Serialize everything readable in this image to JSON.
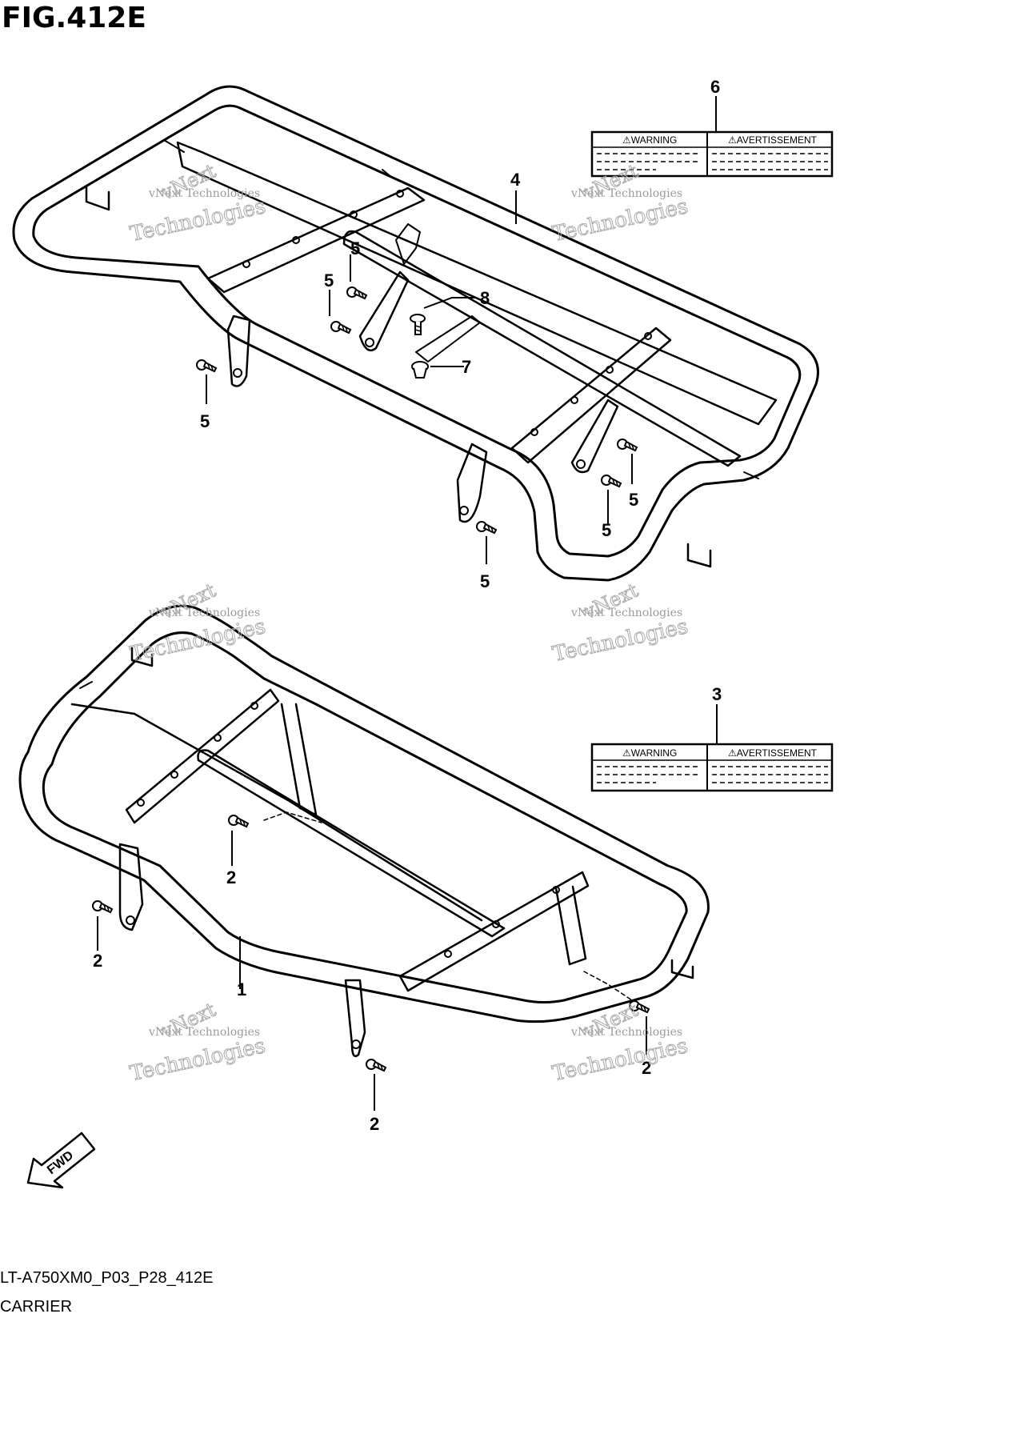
{
  "figure": {
    "title": "FIG.412E",
    "code": "LT-A750XM0_P03_P28_412E",
    "name": "CARRIER"
  },
  "callouts": {
    "rear_carrier": "4",
    "front_carrier": "1",
    "rear_label": "6",
    "front_label": "3",
    "bolt_rear": "5",
    "screw_rear": "8",
    "nut_rear": "7",
    "bolt_front": "2"
  },
  "warning_label": {
    "left": "⚠WARNING",
    "right": "⚠AVERTISSEMENT"
  },
  "fwd_label": "FWD",
  "watermark": {
    "line1": "vNext Technologies",
    "big1": "vNext",
    "big2": "Technologies"
  },
  "colors": {
    "ink": "#000000",
    "watermark": "#9a9a9a"
  }
}
